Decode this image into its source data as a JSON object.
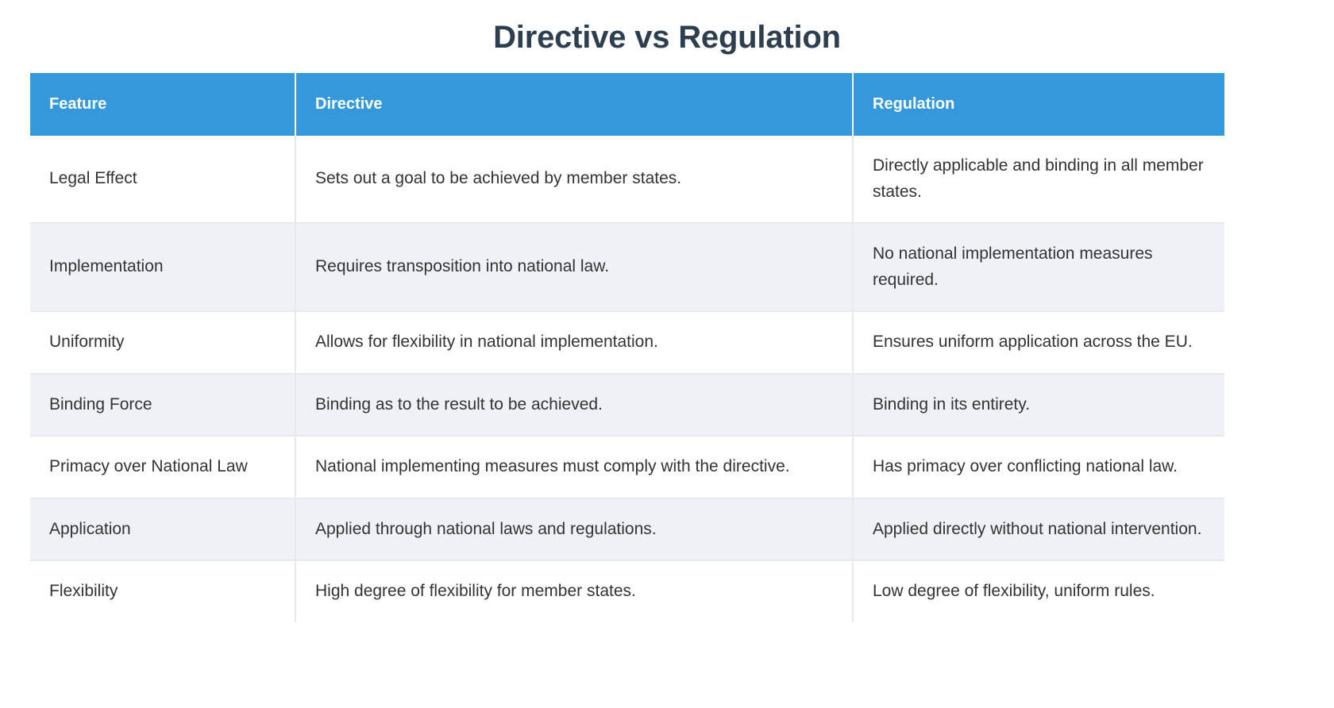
{
  "page": {
    "title": "Directive vs Regulation",
    "background_color": "#ffffff",
    "title_color": "#2c3e50"
  },
  "table": {
    "header_background": "#3498db",
    "header_text_color": "#ffffff",
    "row_odd_background": "#ffffff",
    "row_even_background": "#eef2f7",
    "body_text_color": "#333333",
    "border_color": "#e6e9ed",
    "columns": [
      {
        "key": "feature",
        "label": "Feature"
      },
      {
        "key": "directive",
        "label": "Directive"
      },
      {
        "key": "regulation",
        "label": "Regulation"
      }
    ],
    "rows": [
      {
        "feature": "Legal Effect",
        "directive": "Sets out a goal to be achieved by member states.",
        "regulation": "Directly applicable and binding in all member states."
      },
      {
        "feature": "Implementation",
        "directive": "Requires transposition into national law.",
        "regulation": "No national implementation measures required."
      },
      {
        "feature": "Uniformity",
        "directive": "Allows for flexibility in national implementation.",
        "regulation": "Ensures uniform application across the EU."
      },
      {
        "feature": "Binding Force",
        "directive": "Binding as to the result to be achieved.",
        "regulation": "Binding in its entirety."
      },
      {
        "feature": "Primacy over National Law",
        "directive": "National implementing measures must comply with the directive.",
        "regulation": "Has primacy over conflicting national law."
      },
      {
        "feature": "Application",
        "directive": "Applied through national laws and regulations.",
        "regulation": "Applied directly without national intervention."
      },
      {
        "feature": "Flexibility",
        "directive": "High degree of flexibility for member states.",
        "regulation": "Low degree of flexibility, uniform rules."
      }
    ]
  }
}
